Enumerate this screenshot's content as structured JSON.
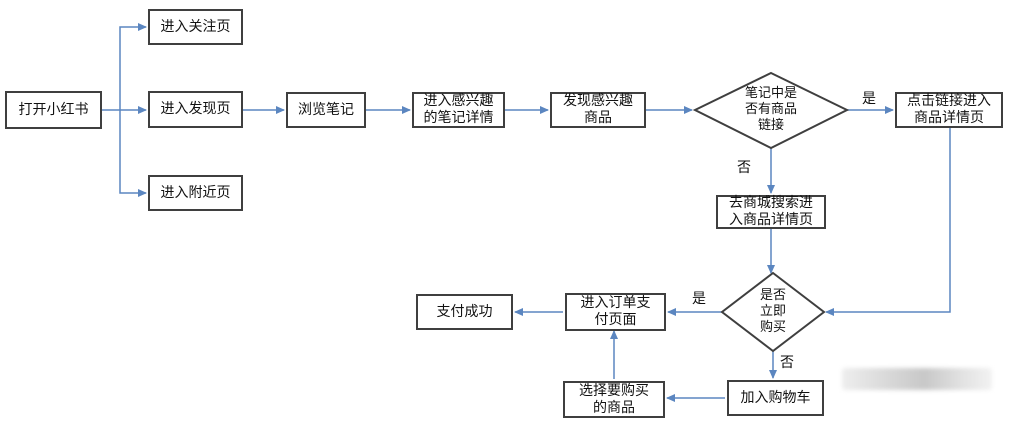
{
  "colors": {
    "edge": "#5b86c0",
    "border": "#3f3f3f"
  },
  "nodes": {
    "open_app": "打开小红书",
    "follow_page": "进入关注页",
    "discover_page": "进入发现页",
    "nearby_page": "进入附近页",
    "browse_notes": "浏览笔记",
    "note_detail": "进入感兴趣\n的笔记详情",
    "find_product": "发现感兴趣\n商品",
    "has_link": "笔记中是\n否有商品\n链接",
    "click_link": "点击链接进入\n商品详情页",
    "mall_search": "去商城搜索进\n入商品详情页",
    "buy_now": "是否\n立即\n购买",
    "order_page": "进入订单支\n付页面",
    "pay_success": "支付成功",
    "add_cart": "加入购物车",
    "select_product": "选择要购买\n的商品"
  },
  "edge_labels": {
    "link_yes": "是",
    "link_no": "否",
    "buy_yes": "是",
    "buy_no": "否"
  }
}
